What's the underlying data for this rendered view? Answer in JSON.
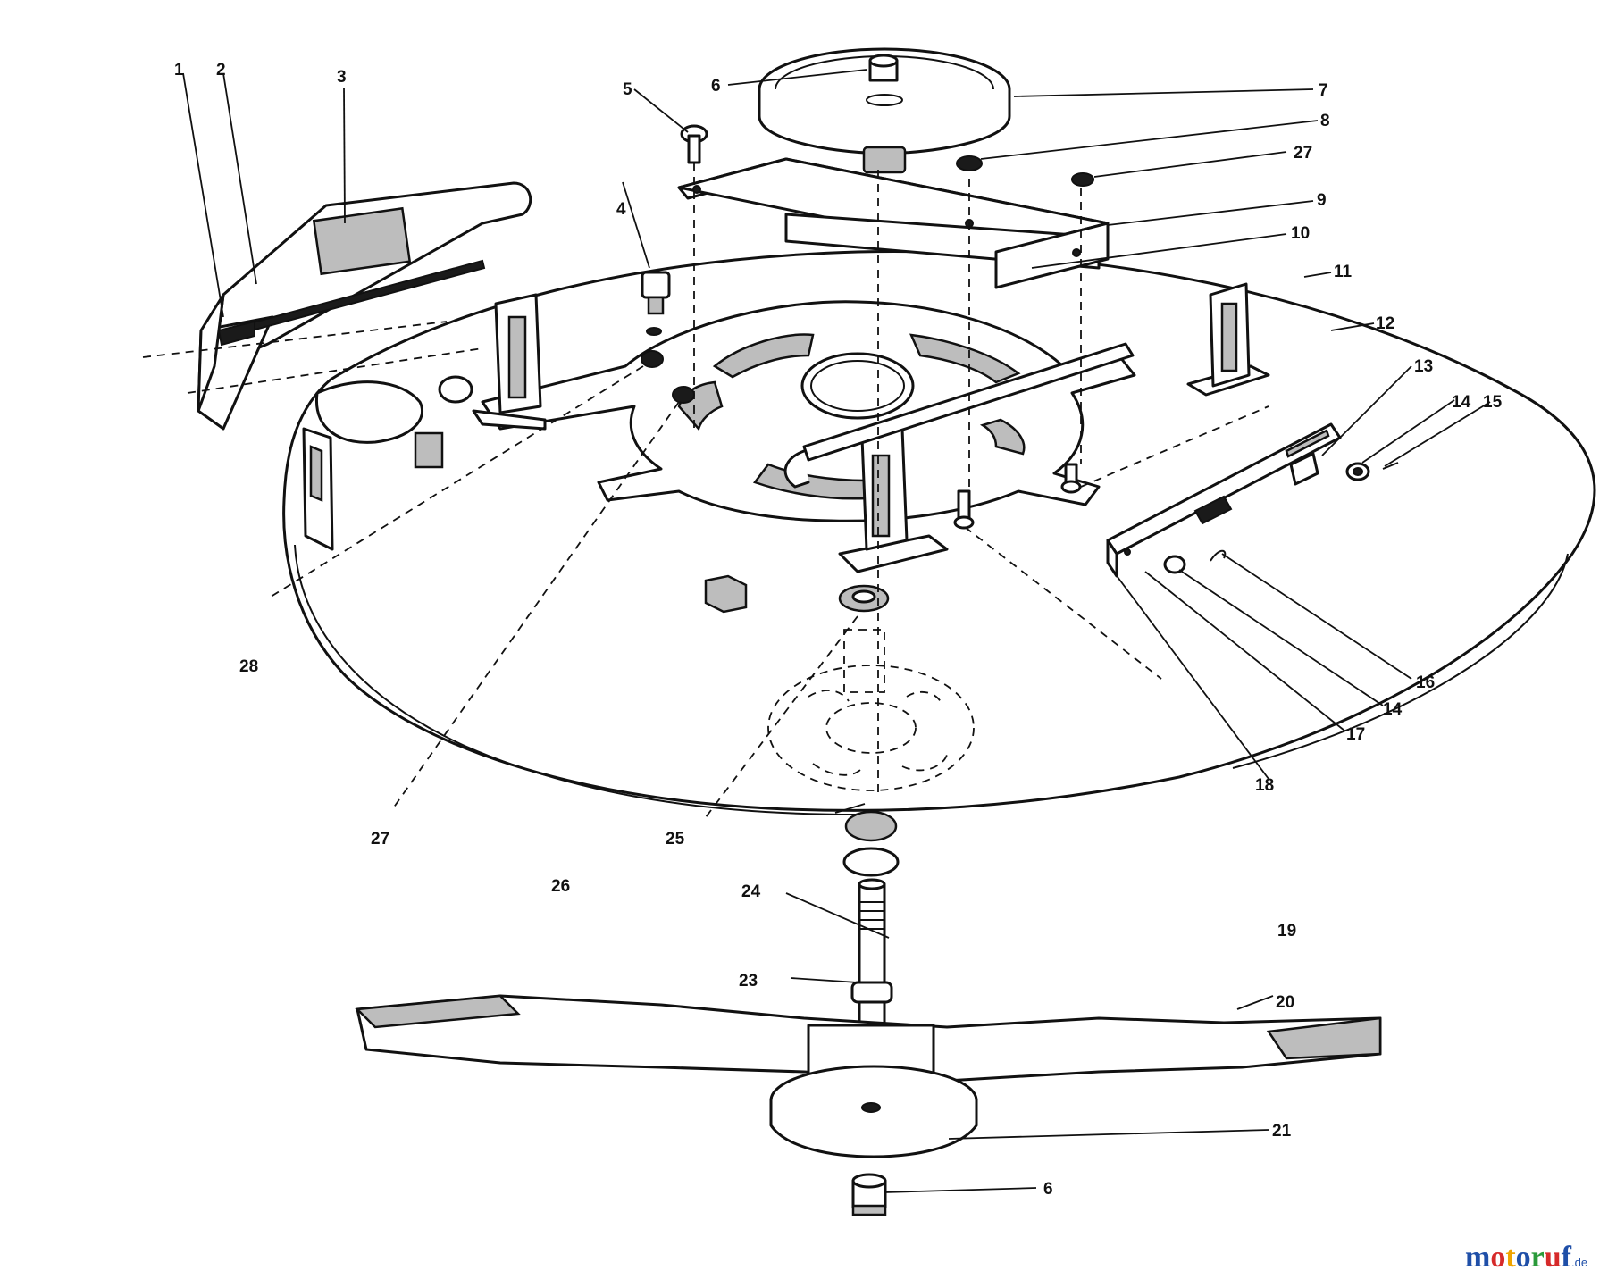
{
  "callouts": [
    {
      "id": "c1",
      "label": "1"
    },
    {
      "id": "c2",
      "label": "2"
    },
    {
      "id": "c3",
      "label": "3"
    },
    {
      "id": "c4",
      "label": "4"
    },
    {
      "id": "c5",
      "label": "5"
    },
    {
      "id": "c6a",
      "label": "6"
    },
    {
      "id": "c7",
      "label": "7"
    },
    {
      "id": "c8",
      "label": "8"
    },
    {
      "id": "c27a",
      "label": "27"
    },
    {
      "id": "c9",
      "label": "9"
    },
    {
      "id": "c10",
      "label": "10"
    },
    {
      "id": "c11",
      "label": "11"
    },
    {
      "id": "c12",
      "label": "12"
    },
    {
      "id": "c13",
      "label": "13"
    },
    {
      "id": "c14a",
      "label": "14"
    },
    {
      "id": "c15",
      "label": "15"
    },
    {
      "id": "c16",
      "label": "16"
    },
    {
      "id": "c14b",
      "label": "14"
    },
    {
      "id": "c17",
      "label": "17"
    },
    {
      "id": "c18",
      "label": "18"
    },
    {
      "id": "c28",
      "label": "28"
    },
    {
      "id": "c27b",
      "label": "27"
    },
    {
      "id": "c25",
      "label": "25"
    },
    {
      "id": "c26",
      "label": "26"
    },
    {
      "id": "c24",
      "label": "24"
    },
    {
      "id": "c19",
      "label": "19"
    },
    {
      "id": "c23",
      "label": "23"
    },
    {
      "id": "c20",
      "label": "20"
    },
    {
      "id": "c21",
      "label": "21"
    },
    {
      "id": "c6b",
      "label": "6"
    }
  ],
  "watermark": {
    "brand": "motoruf",
    "suffix": ".de",
    "colors": [
      "#1f4fa8",
      "#d62a2a",
      "#f0a400",
      "#1f4fa8",
      "#2a9a3a",
      "#d62a2a",
      "#1f4fa8"
    ]
  }
}
